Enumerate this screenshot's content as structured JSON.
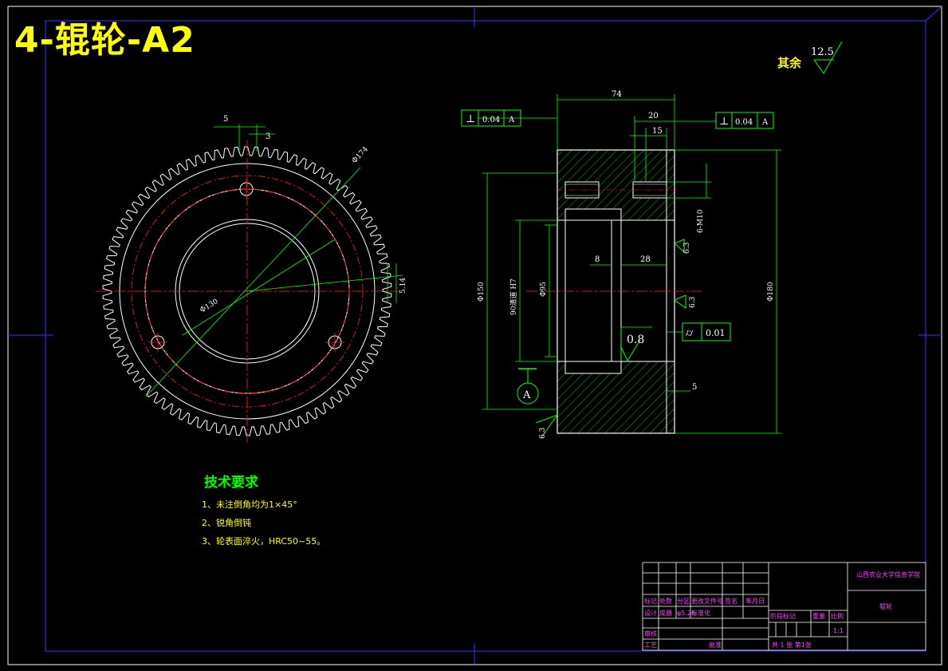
{
  "banner": {
    "title": "4-辊轮-A2"
  },
  "roughness": {
    "other_label": "其余",
    "other_value": "12.5",
    "bore_value": "0.8",
    "side_value": "6.3"
  },
  "front_view": {
    "dim_5": "5",
    "dim_3": "3",
    "dim_outer_dia": "Φ174",
    "dim_bore_dia": "Φ130",
    "dim_tooth": "5.14"
  },
  "side_view": {
    "dim_74": "74",
    "dim_20": "20",
    "dim_15": "15",
    "dim_8": "8",
    "dim_28": "28",
    "dim_5": "5",
    "dim_150": "Φ150",
    "dim_90": "90清道 H7",
    "dim_h_bore": "Φ95",
    "dim_180": "Φ180",
    "thread": "6-M10",
    "tol_left": {
      "symbol": "⊥",
      "value": "0.04",
      "datum": "A"
    },
    "tol_right": {
      "symbol": "⊥",
      "value": "0.04",
      "datum": "A"
    },
    "tol_cyl": {
      "symbol": "⌭",
      "value": "0.01"
    },
    "datum_label": "A",
    "rough_63_a": "6.3",
    "rough_63_b": "6.3",
    "rough_63_c": "6.3"
  },
  "tech_requirements": {
    "title": "技术要求",
    "items": [
      "1、未注倒角均为1×45°",
      "2、锐角倒钝",
      "3、轮表面淬火，HRC50~55。"
    ]
  },
  "title_block": {
    "school": "山西农业大学信息学院",
    "part_name": "辊轮",
    "row_labels": [
      "标记",
      "处数",
      "分区",
      "更改文件号",
      "签名",
      "年月日"
    ],
    "design_row": [
      "设计",
      "成器",
      "φ5.26",
      "标准化"
    ],
    "audit": "审核",
    "process": "工艺",
    "approve": "批准",
    "stage_label": "阶段标记",
    "weight_label": "重量",
    "scale_label": "比例",
    "scale_value": "1:1",
    "sheets": "共 1 张 第1张"
  }
}
